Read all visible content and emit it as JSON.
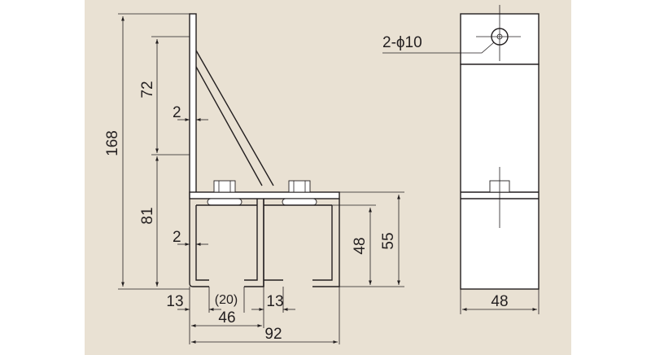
{
  "colors": {
    "background": "#e9e1d3",
    "outer": "#ffffff",
    "line": "#231f20"
  },
  "dimensions": {
    "total_height": "168",
    "upper_height": "72",
    "lower_height": "81",
    "thickness_upper": "2",
    "thickness_lower": "2",
    "channel_height": "48",
    "rail_height": "55",
    "flange_left": "13",
    "slot_gap": "(20)",
    "flange_right": "13",
    "channel_width": "46",
    "overall_width": "92",
    "hole_spec": "2-ϕ10",
    "side_width": "48"
  }
}
